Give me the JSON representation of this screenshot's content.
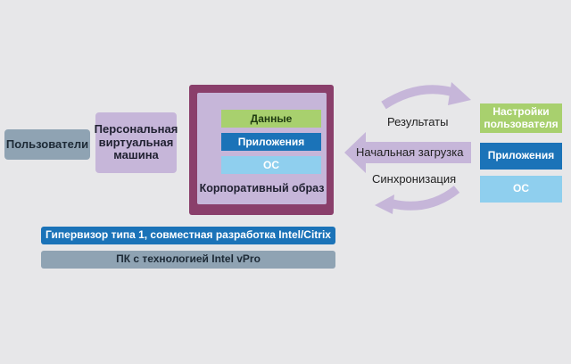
{
  "users": "Пользователи",
  "pvm": "Персональная виртуальная машина",
  "corporate_image": {
    "label": "Корпоративный образ",
    "layers": [
      "Данные",
      "Приложения",
      "ОС"
    ]
  },
  "hypervisor": "Гипервизор типа 1, совместная разработка Intel/Citrix",
  "pc": "ПК с технологией Intel vPro",
  "flow": {
    "results": "Результаты",
    "boot": "Начальная загрузка",
    "sync": "Синхронизация"
  },
  "user_profile": {
    "settings": "Настройки пользователя",
    "apps": "Приложения",
    "os": "ОС"
  },
  "colors": {
    "green": "#a8d06e",
    "blue": "#1b73b8",
    "light_blue": "#8fcfee",
    "lavender": "#c6b6d9",
    "plum": "#8a3f6b",
    "slate": "#8fa3b3"
  }
}
